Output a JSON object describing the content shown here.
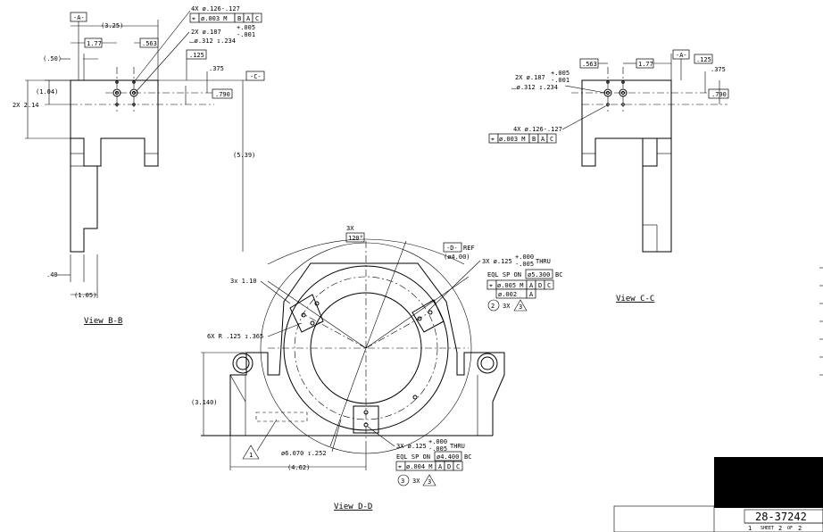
{
  "views": {
    "bb": {
      "title": "View B-B",
      "datum_a": "-A-",
      "dims": {
        "d325": "(3.25)",
        "d177": "1.77",
        "d563": ".563",
        "d50": "(.50)",
        "d104": "(1.04)",
        "d214": "2X 2.14",
        "d539": "(5.39)",
        "d40": ".40",
        "d105": "(1.05)",
        "d125": ".125",
        "d375": ".375",
        "d790": ".790"
      },
      "hole_4x": "4X ø.126-.127",
      "fcf_4x": [
        "⌖",
        "ø.003 M",
        "B",
        "A",
        "C"
      ],
      "hole_2x_a": "2X ø.187",
      "tol_plus": "+.005",
      "tol_minus": "-.001",
      "cbore": "⌴ø.312 ↧.234",
      "datum_c": "-C-"
    },
    "cc": {
      "title": "View C-C",
      "dims": {
        "d563": ".563",
        "d177": "1.77",
        "d125": ".125",
        "d375": ".375",
        "d790": ".790"
      },
      "datum_a": "-A-",
      "hole_2x": "2X ø.187",
      "tol_plus": "+.005",
      "tol_minus": "-.001",
      "cbore": "⌴ø.312 ↧.234",
      "hole_4x": "4X ø.126-.127",
      "fcf_4x": [
        "⌖",
        "ø.003 M",
        "B",
        "A",
        "C"
      ]
    },
    "dd": {
      "title": "View D-D",
      "angle_count": "3X",
      "angle": "120°",
      "datum_d": "-D-",
      "ref": "REF",
      "dia_400": "(ø4.00)",
      "holes_top": "3X ø.125",
      "holes_top_plus": "+.000",
      "holes_top_minus": "-.005",
      "thru": "THRU",
      "eql_sp_top": "EQL SP ON",
      "bc_top": "ø5.300",
      "bc_word": "BC",
      "fcf_top_1": [
        "⌖",
        "ø.005 M",
        "A",
        "D",
        "C"
      ],
      "fcf_top_2": [
        "ø.002",
        "A"
      ],
      "note_2": "2",
      "note_2_count": "3X",
      "note_2_tri": "3",
      "dim_110": "3x 1.10",
      "radius": "6X R .125 ↧.365",
      "dim_3140": "(3.140)",
      "dia_6070": "ø6.070 ↧.252",
      "dim_462": "(4.62)",
      "tri_1": "1",
      "holes_bot": "3X ø.125",
      "holes_bot_plus": "+.000",
      "holes_bot_minus": "-.005",
      "thru_bot": "THRU",
      "eql_sp_bot": "EQL SP ON",
      "bc_bot": "ø4.400",
      "bc_word_bot": "BC",
      "fcf_bot": [
        "⌖",
        "ø.004 M",
        "A",
        "D",
        "C"
      ],
      "note_3": "3",
      "note_3_count": "3X",
      "note_3_tri": "3"
    }
  },
  "title_block": {
    "drawing_number": "28-37242",
    "sheet_label": "SHEET",
    "sheet": "2",
    "of_label": "OF",
    "sheet_total": "2",
    "size_mark": "1"
  }
}
